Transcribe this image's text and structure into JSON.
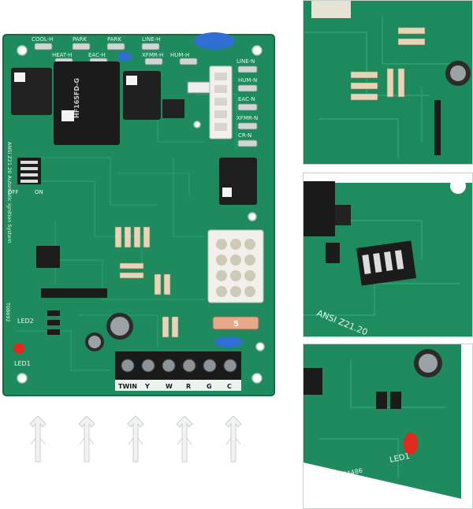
{
  "board": {
    "top_labels": [
      "COOL-H",
      "PARK",
      "PARK",
      "LINE-H",
      "HEAT-H",
      "EAC-H",
      "XFMR-H",
      "HUM-H"
    ],
    "right_labels": [
      "LINE-N",
      "HUM-N",
      "EAC-N",
      "XFMR-N",
      "CR-N"
    ],
    "relay_text": "HF165FD-G",
    "side_text": "ANSI Z21.20 Automatic Ignition System",
    "dip_off": "OFF",
    "dip_on": "ON",
    "led1": "LED1",
    "led2": "LED2",
    "fuse": "5",
    "terminals": [
      "TWIN",
      "Y",
      "W",
      "R",
      "G",
      "C"
    ],
    "part_code": "T08692"
  },
  "zoom2": {
    "text": "ANSI Z21.20"
  },
  "zoom3": {
    "led": "LED1",
    "text": "C254486"
  },
  "colors": {
    "pcb": "#1f8a5e",
    "pcb_dark": "#166b48",
    "trace": "#2fa370",
    "silk": "#e9f5ef",
    "connector": "#f2f0ea"
  }
}
